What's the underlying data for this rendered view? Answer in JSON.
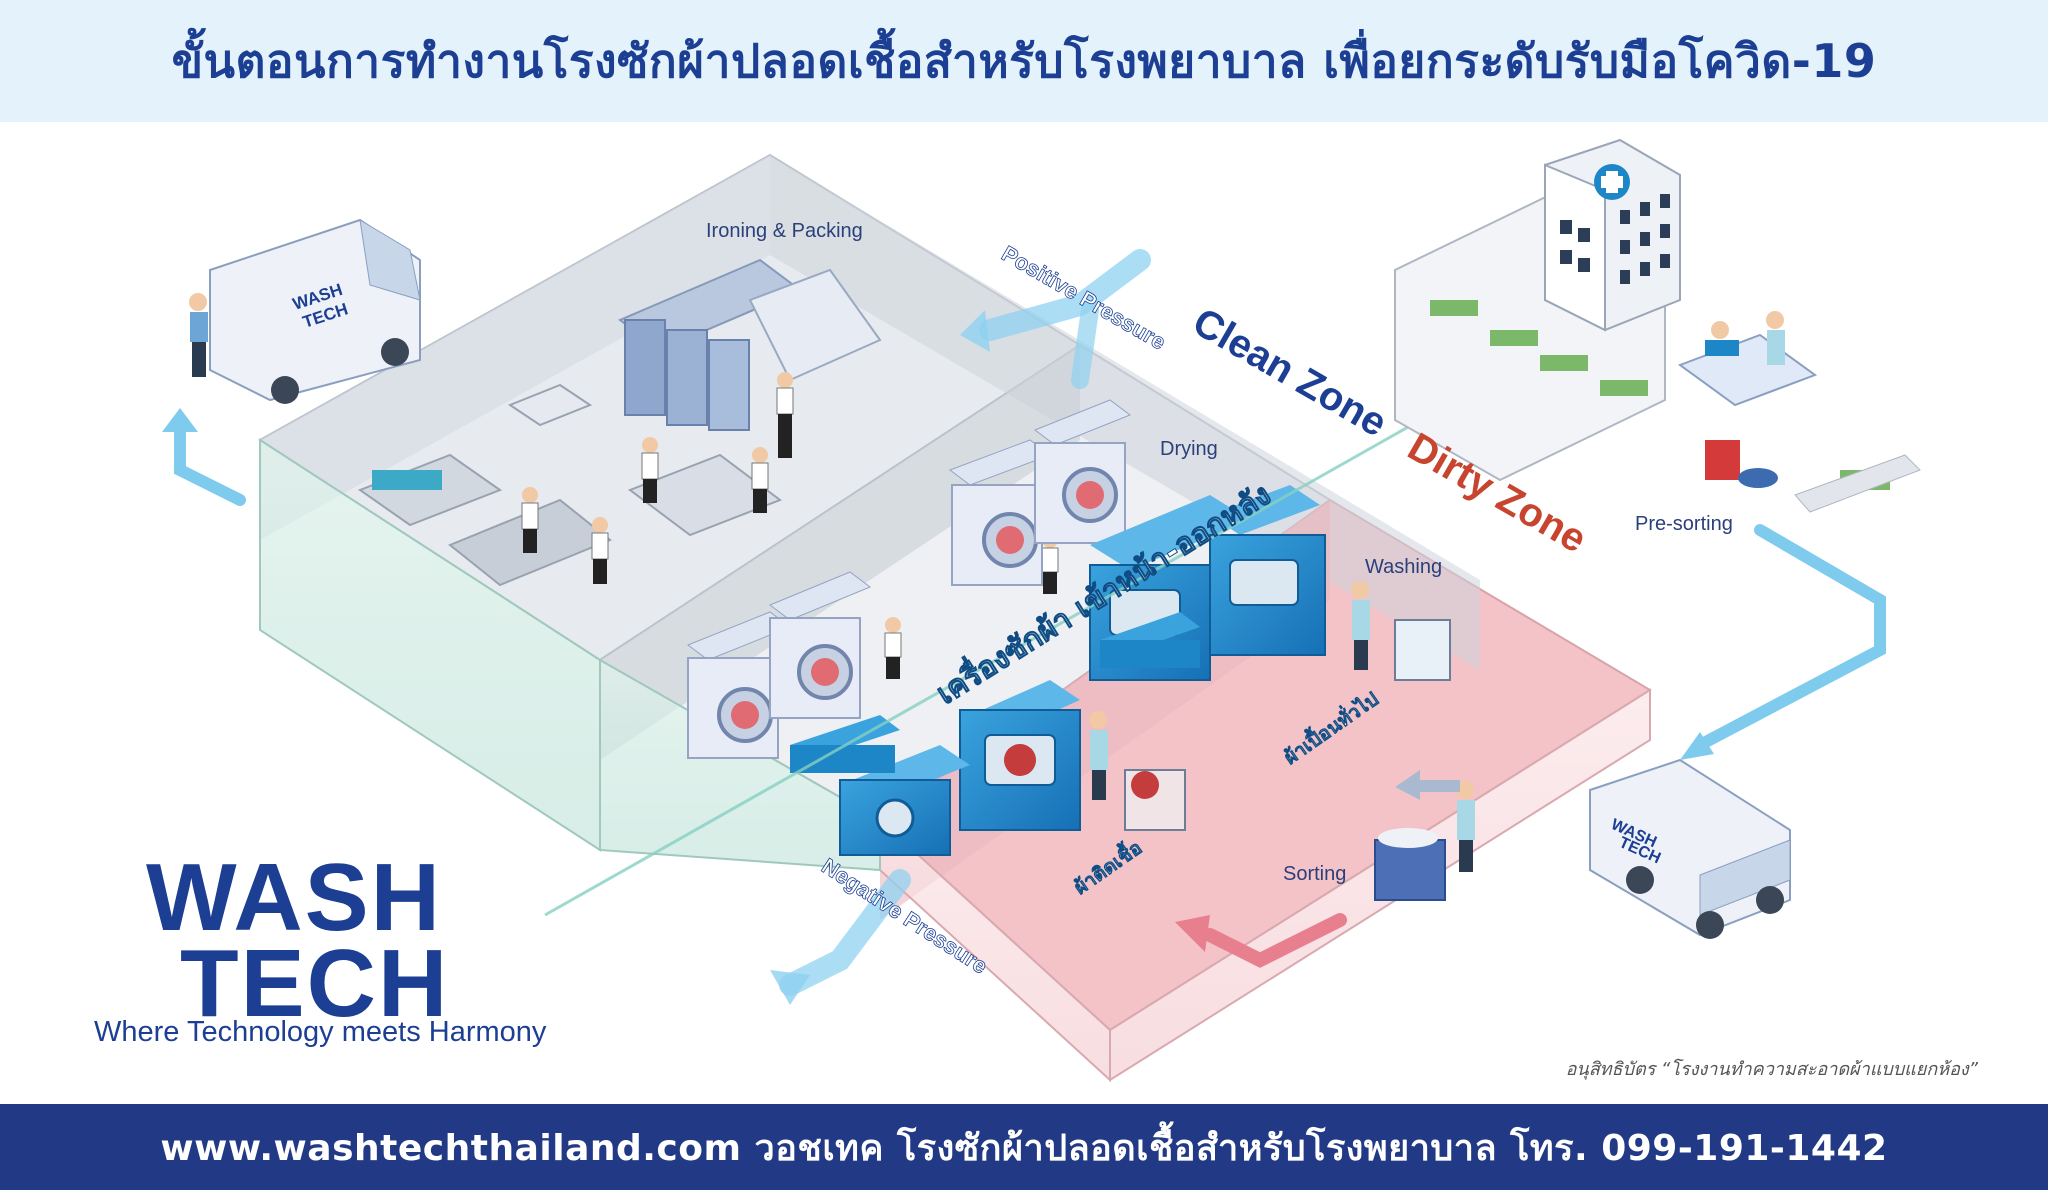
{
  "header": {
    "title": "ขั้นตอนการทำงานโรงซักผ้าปลอดเชื้อสำหรับโรงพยาบาล เพื่อยกระดับรับมือโควิด-19"
  },
  "diagram": {
    "labels": {
      "ironing_packing": "Ironing & Packing",
      "positive_pressure": "Positive Pressure",
      "clean_zone": "Clean Zone",
      "dirty_zone": "Dirty Zone",
      "drying": "Drying",
      "washing": "Washing",
      "pre_sorting": "Pre-sorting",
      "sorting": "Sorting",
      "negative_pressure": "Negative Pressure",
      "barrier_washer": "เครื่องซักผ้า เข้าหน้า-ออกหลัง",
      "general_soiled": "ผ้าเปื้อนทั่วไป",
      "infected_linen": "ผ้าติดเชื้อ",
      "van_logo_1": "WASH",
      "van_logo_2": "TECH"
    },
    "colors": {
      "clean_arrow": "#7ecbee",
      "dirty_arrow": "#e77f8e",
      "clean_zone_text": "#1c3f94",
      "dirty_zone_text": "#c7442f",
      "machine_blue": "#1d86c7",
      "dirty_floor": "#f3c3c8"
    }
  },
  "logo": {
    "line1": "WASH",
    "line2": "TECH",
    "tagline": "Where Technology meets Harmony"
  },
  "patent_note": "อนุสิทธิบัตร “โรงงานทำความสะอาดผ้าแบบแยกห้อง”",
  "footer": {
    "text": "www.washtechthailand.com  วอชเทค โรงซักผ้าปลอดเชื้อสำหรับโรงพยาบาล  โทร. 099-191-1442"
  }
}
